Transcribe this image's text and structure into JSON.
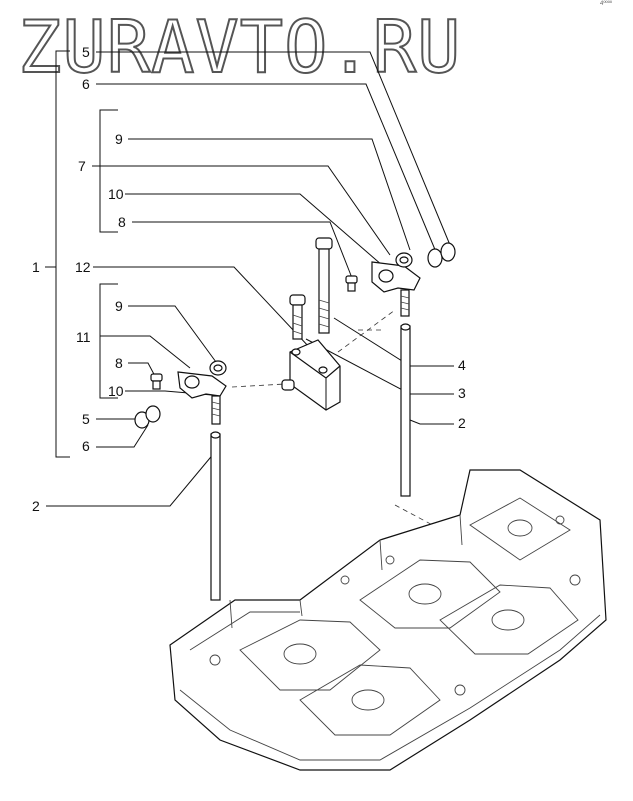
{
  "watermark": "ZURAVTO.RU",
  "corner_mark": "4ºººº",
  "callouts": {
    "top": {
      "c1": "1",
      "c5": "5",
      "c6": "6",
      "c9": "9",
      "c7": "7",
      "c10": "10",
      "c8": "8",
      "c12": "12",
      "c4": "4",
      "c3": "3",
      "c2": "2"
    },
    "left": {
      "c9": "9",
      "c11": "11",
      "c8": "8",
      "c10": "10",
      "c5": "5",
      "c6": "6",
      "c2": "2"
    }
  }
}
